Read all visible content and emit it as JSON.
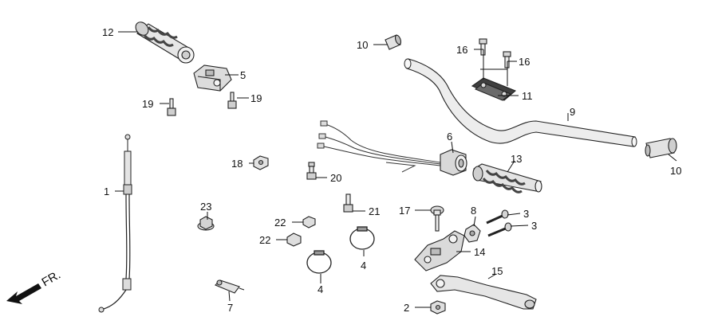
{
  "labels": {
    "p1": "1",
    "p2": "2",
    "p3a": "3",
    "p3b": "3",
    "p4a": "4",
    "p4b": "4",
    "p5": "5",
    "p6": "6",
    "p7": "7",
    "p8": "8",
    "p9": "9",
    "p10a": "10",
    "p10b": "10",
    "p11": "11",
    "p12": "12",
    "p13": "13",
    "p14": "14",
    "p15": "15",
    "p16a": "16",
    "p16b": "16",
    "p17": "17",
    "p18": "18",
    "p19a": "19",
    "p19b": "19",
    "p20": "20",
    "p21": "21",
    "p22a": "22",
    "p22b": "22",
    "p23": "23"
  },
  "direction": {
    "text": "FR."
  }
}
